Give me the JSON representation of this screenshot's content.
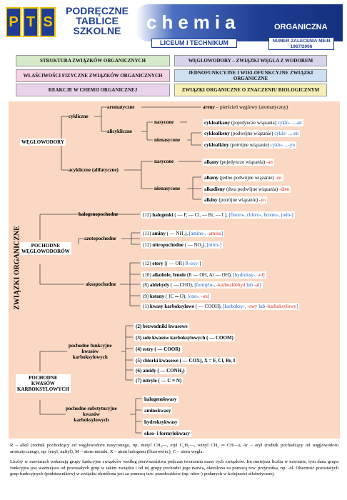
{
  "header": {
    "logo_letters": [
      "P",
      "T",
      "S"
    ],
    "series_lines": [
      "PODRĘCZNE",
      "TABLICE",
      "SZKOLNE"
    ],
    "title": "chemia",
    "subtitle_left": "LICEUM I TECHNIKUM",
    "subtitle_right": "ORGANICZNA",
    "note_line1": "NUMER ZALECENIA MEiN",
    "note_line2": "1967/2006"
  },
  "nav": [
    "STRUKTURA ZWIĄZKÓW ORGANICZNYCH",
    "WĘGLOWODORY – ZWIĄZKI WĘGLA Z WODOREM",
    "WŁAŚCIWOŚCI FIZYCZNE ZWIĄZKÓW ORGANICZNYCH",
    "JEDNOFUNKCYJNE I WIELOFUNKCYJNE ZWIĄZKI ORGANICZNE",
    "REAKCJE W CHEMII ORGANICZNEJ",
    "ZWIĄZKI ORGANICZNE O ZNACZENIU BIOLOGICZNYM"
  ],
  "side_label": "ZWIĄZKI ORGANICZNE",
  "hydro": {
    "root": "WĘGLOWODORY",
    "cykliczne": "cykliczne",
    "aromatyczne": "aromatyczne",
    "areny": "areny",
    "areny_desc": " – pierścień węglowy (aromatyczny)",
    "alicykliczne": "alicykliczne",
    "nasycone1": "nasycone",
    "nienasycone1": "nienasycone",
    "cykloalkany": "cykloalkany",
    "cykloalkany_desc": " (pojedyncze wiązania) ",
    "cykloalkany_suf": "cyklo- ...-an",
    "cykloalkeny": "cykloalkeny",
    "cykloalkeny_desc": " (podwójne wiązanie) ",
    "cykloalkeny_suf": "cyklo- ...-en",
    "cykloalkiny": "cykloalkiny",
    "cykloalkiny_desc": " (potrójne wiązanie) ",
    "cykloalkiny_suf": "cyklo- ...-yn",
    "acykliczne": "acykliczne (alifatyczne)",
    "nasycone2": "nasycone",
    "nienasycone2": "nienasycone",
    "alkany": "alkany",
    "alkany_desc": " (pojedyncze wiązania) ",
    "alkany_suf": "-an",
    "alkeny": "alkeny",
    "alkeny_desc": " (jedno podwójne wiązanie) ",
    "alkeny_suf": "-en",
    "alkadieny": "alkadieny",
    "alkadieny_desc": " (dwa podwójne wiązania) ",
    "alkadieny_suf": "-dien",
    "alkiny": "alkiny",
    "alkiny_desc": " (potrójne wiązanie) ",
    "alkiny_suf": "-yn"
  },
  "deriv": {
    "root_l1": "POCHODNE",
    "root_l2": "WĘGLOWODORÓW",
    "halogeno": "halogenopochodne",
    "halogeno_item_pre": "(12) ",
    "halogeno_item_b": "halogenki",
    "halogeno_item_rest": " ( — F, — Cl, — Br, — I ), ",
    "halogeno_item_blue": "[fluoro-, chloro-, bromo-, jodo-]",
    "azoto": "azotopochodne",
    "amine_pre": "(11) ",
    "amine_b": "aminy",
    "amine_rest": " ( — NH₂), ",
    "amine_blue": "[amino-, ",
    "amine_red": "-amina",
    "amine_close": "]",
    "nitro_pre": "(12) ",
    "nitro_b": "nitropochodne",
    "nitro_rest": " ( — NO₂), ",
    "nitro_blue": "[nitro-]",
    "oxo": "oksopochodne",
    "ether_pre": "(12) ",
    "ether_b": "etery",
    "ether_rest": " [( — OR) ",
    "ether_blue": "R-oxy-",
    "ether_close": "]",
    "alcohol_pre": "(10) ",
    "alcohol_b": "alkohole, fenole",
    "alcohol_rest": " (R — OH, Ar — OH), ",
    "alcohol_blue": "[hydroksy-, ",
    "alcohol_red": "-ol",
    "alcohol_close": "]",
    "ald_pre": "(8) ",
    "ald_b": "aldehydy",
    "ald_rest": " ( — CHO), ",
    "ald_blue": "[formylo-, ",
    "ald_red": "-karboaldehyd",
    "ald_mid": " lub ",
    "ald_red2": "-al",
    "ald_close": "]",
    "ket_pre": "(9) ",
    "ket_b": "ketony",
    "ket_rest": " ( ⟩C ═ O), ",
    "ket_blue": "[oxo-, ",
    "ket_red": "-on",
    "ket_close": "]",
    "acid_pre": "(1) ",
    "acid_b": "kwasy karboksylowe",
    "acid_rest": " ( — COOH), ",
    "acid_blue": "[karboksy-, ",
    "acid_red": "-owy",
    "acid_mid": " lub ",
    "acid_red2": "-karboksylowy",
    "acid_close": "]"
  },
  "acids": {
    "root_l1": "POCHODNE",
    "root_l2": "KWASÓW",
    "root_l3": "KARBOKSYLOWYCH",
    "func_l1": "pochodne funkcyjne",
    "func_l2": "kwasów",
    "func_l3": "karboksylowych",
    "f1": "(2) bezwodniki kwasowe",
    "f2": "(3) sole kwasów karboksylowych ( — COOM)",
    "f3": "(4) estry ( — COOR)",
    "f4": "(5) chlorki kwasowe ( — COX), X = F, Cl, Br, I",
    "f5": "(6) amidy ( — CONH₂)",
    "f6": "(7) nitryle ( — C ≡ N)",
    "sub_l1": "pochodne substytucyjne",
    "sub_l2": "kwasów",
    "sub_l3": "karboksylowych",
    "s1": "halogenokwasy",
    "s2": "aminokwasy",
    "s3": "hydroksykwasy",
    "s4": "okso- i formylokwasy"
  },
  "footer": {
    "p1": "R – alkil (rodnik pochodzący od węglowodoru nasyconego, np. metyl CH₃—, etyl C₂H₅—, winyl CH₂ ═ CH—), Ar – aryl (rodnik pochodzący od węglowodoru aromatycznego, np. fenyl, naftyl), M – atom metalu, X – atom halogenu (fluorowiec), C – atom węgla.",
    "p2": "Liczby w nawiasach wskazują grupy funkcyjne związków według pierwszeństwa podczas tworzenia nazw tych związków. Im mniejsza liczba w nawiasie, tym dana grupa funkcyjna jest ważniejsza od pozostałych grup w takim związku i od tej grupy pochodzi jego nazwa, określona za pomocą tzw. przyrostka, np. -ol. Obecność pozostałych grup funkcyjnych (podstawników) w związku określona jest za pomocą tzw. przedrostków (np. nitro-) podanych w kolejności alfabetycznej."
  },
  "colors": {
    "brand_blue": "#1f3e93",
    "panel_bg": "#fbd8c3",
    "prefix_blue": "#1f5fbf",
    "suffix_red": "#d42a1c"
  }
}
